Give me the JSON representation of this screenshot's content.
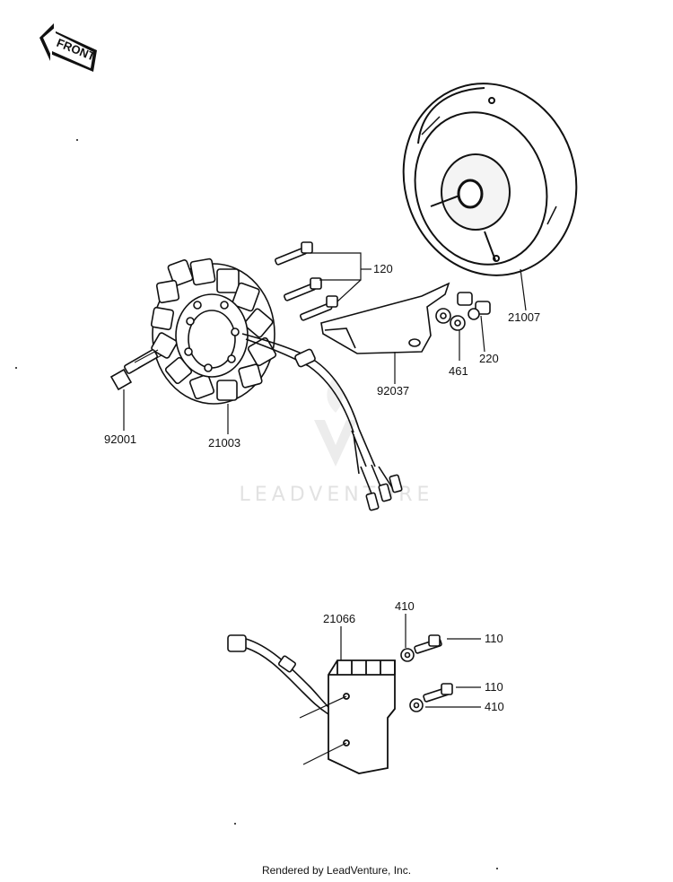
{
  "front_arrow": {
    "label": "FRONT"
  },
  "watermark": {
    "text": "LEADVENTURE"
  },
  "parts": {
    "p120": "120",
    "p21007": "21007",
    "p220": "220",
    "p461": "461",
    "p92037": "92037",
    "p92001": "92001",
    "p21003": "21003",
    "p410_top": "410",
    "p21066": "21066",
    "p110_top": "110",
    "p110_bottom": "110",
    "p410_bottom": "410"
  },
  "footer": {
    "text": "Rendered by LeadVenture, Inc."
  }
}
